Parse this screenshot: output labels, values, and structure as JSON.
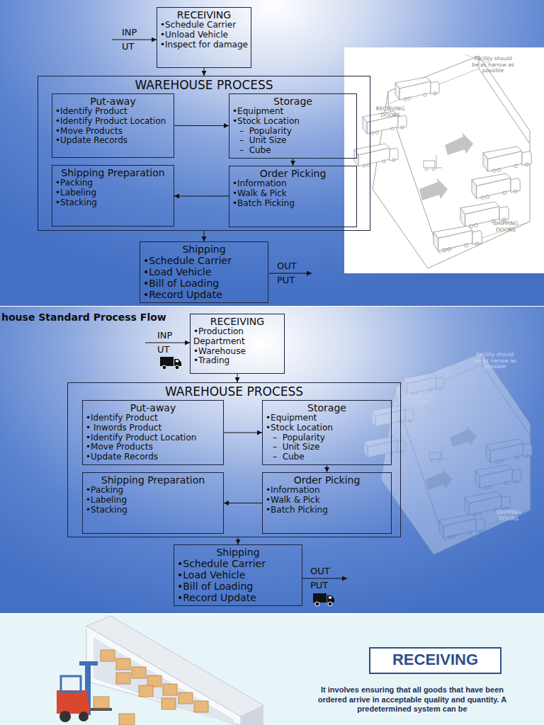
{
  "diagram": {
    "nodes": [
      {
        "text": [
          "RECEIVING",
          "•Schedule Carrier",
          "•Unload Vehicle",
          "•Inspect for damage"
        ]
      },
      {
        "text": [
          "WAREHOUSE PROCESS"
        ]
      },
      {
        "text": [
          "Put-away",
          "•Identify Product",
          "•Identify Product Location",
          "•Move Products",
          "•Update Records"
        ],
        "in": 1
      },
      {
        "text": [
          "Storage",
          "•Equipment",
          "•Stock Location",
          "–  Popularity",
          "–  Unit Size",
          "–  Cube"
        ],
        "in": 1
      },
      {
        "text": [
          "Shipping Preparation",
          "•Packing",
          "•Labeling",
          "•Stacking"
        ],
        "in": 1
      },
      {
        "text": [
          "Order Picking",
          "•Information",
          "•Walk & Pick",
          "•Batch Picking"
        ],
        "in": 1
      },
      {
        "text": [
          "Shipping",
          "•Schedule Carrier",
          "•Load Vehicle",
          "•Bill of Loading",
          "•Record Update"
        ]
      },
      {
        "text": [
          "RECEIVING",
          "•Production Department",
          "•Warehouse",
          "•Trading"
        ]
      },
      {
        "text": [
          "WAREHOUSE PROCESS"
        ]
      },
      {
        "text": [
          "Put-away",
          "•Identify Product",
          "• Inwords Product",
          "•Identify Product Location",
          "•Move Products",
          "•Update Records"
        ],
        "in": 8
      },
      {
        "text": [
          "Storage",
          "•Equipment",
          "•Stock Location",
          "–  Popularity",
          "–  Unit Size",
          "–  Cube"
        ],
        "in": 8
      },
      {
        "text": [
          "Shipping Preparation",
          "•Packing",
          "•Labeling",
          "•Stacking"
        ],
        "in": 8
      },
      {
        "text": [
          "Order Picking",
          "•Information",
          "•Walk & Pick",
          "•Batch Picking"
        ],
        "in": 8
      },
      {
        "text": [
          "Shipping",
          "•Schedule Carrier",
          "•Load Vehicle",
          "•Bill of Loading",
          "•Record Update"
        ]
      },
      {
        "text": [
          "RECEIVING"
        ]
      }
    ],
    "edges": [
      {
        "from": 0,
        "to": 1,
        "arrow": "to"
      },
      {
        "from": 2,
        "to": 3,
        "arrow": "to"
      },
      {
        "from": 3,
        "to": 5,
        "arrow": "to"
      },
      {
        "from": 5,
        "to": 4,
        "arrow": "to"
      },
      {
        "from": 1,
        "to": 6,
        "arrow": "to"
      },
      {
        "from": 7,
        "to": 8,
        "arrow": "to"
      },
      {
        "from": 9,
        "to": 10,
        "arrow": "to"
      },
      {
        "from": 10,
        "to": 12,
        "arrow": "to"
      },
      {
        "from": 12,
        "to": 11,
        "arrow": "to"
      },
      {
        "from": 8,
        "to": 13,
        "arrow": "to"
      }
    ],
    "labels": [
      "INP UT",
      "OUT PUT",
      "Facility should be as narrow as possible",
      "RECEIVING DOORS",
      "SHIPPING DOORS",
      "house Standard Process Flow",
      "INP UT",
      "OUT PUT",
      "Facility should be as narrow as possible",
      "RECEIVING DOORS",
      "SHIPPING DOORS",
      "It involves ensuring that all goods that have been ordered arrive in acceptable quality and quantity. A predetermined system can be"
    ]
  }
}
